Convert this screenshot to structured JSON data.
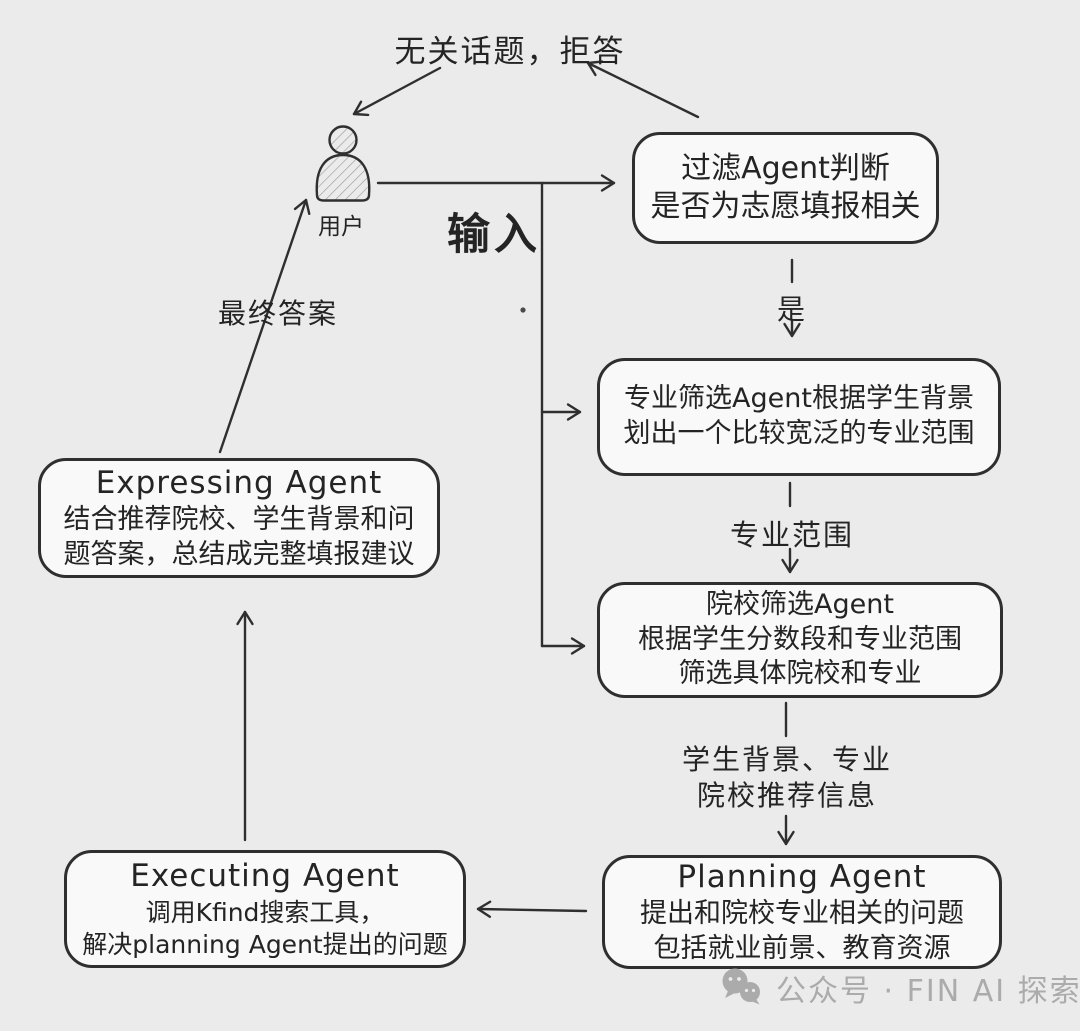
{
  "colors": {
    "background": "#ebebeb",
    "stroke": "#2f2f2f",
    "text": "#242424",
    "box_fill": "#f9f9f9",
    "watermark_gray": "#ababab"
  },
  "labels": {
    "refusal": "无关话题，拒答",
    "input": "输入",
    "user": "用户",
    "yes": "是",
    "major_range": "专业范围",
    "handoff_line1": "学生背景、专业",
    "handoff_line2": "院校推荐信息",
    "final_answer": "最终答案"
  },
  "boxes": {
    "filter": {
      "lines": [
        "过滤Agent判断",
        "是否为志愿填报相关"
      ]
    },
    "major_screening": {
      "lines": [
        "专业筛选Agent根据学生背景",
        "划出一个比较宽泛的专业范围"
      ]
    },
    "college_screening": {
      "lines": [
        "院校筛选Agent",
        "根据学生分数段和专业范围",
        "筛选具体院校和专业"
      ]
    },
    "planning": {
      "lines": [
        "Planning Agent",
        "提出和院校专业相关的问题",
        "包括就业前景、教育资源"
      ]
    },
    "executing": {
      "lines": [
        "Executing Agent",
        "调用Kfind搜索工具，",
        "解决planning Agent提出的问题"
      ]
    },
    "expressing": {
      "lines": [
        "Expressing Agent",
        "结合推荐院校、学生背景和问",
        "题答案，总结成完整填报建议"
      ]
    }
  },
  "watermark": {
    "text": "公众号 · FIN AI 探索"
  },
  "icons": {
    "user": "user-figure-icon",
    "wechat": "wechat-icon"
  }
}
